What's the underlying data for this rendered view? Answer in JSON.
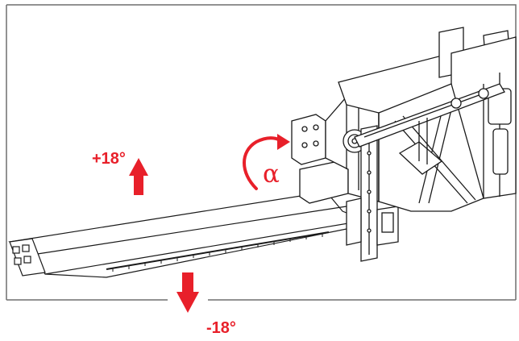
{
  "annotations": {
    "up_angle": "+18°",
    "down_angle": "-18°",
    "rotation_symbol": "α"
  },
  "colors": {
    "accent": "#e8202a",
    "line": "#1a1a1a",
    "frame": "#6e6e6e",
    "background": "#ffffff"
  }
}
